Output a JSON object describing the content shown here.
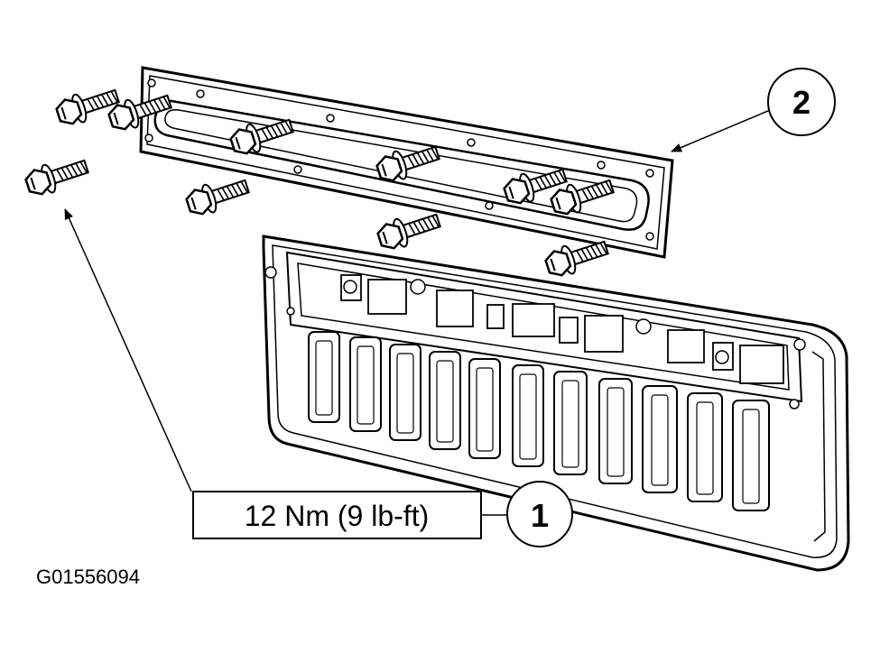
{
  "callouts": {
    "one": "1",
    "two": "2"
  },
  "torque_spec": "12 Nm (9 lb-ft)",
  "figure_id": "G01556094",
  "colors": {
    "ink": "#000000",
    "paper": "#ffffff",
    "shade": "#cfcfcf"
  }
}
